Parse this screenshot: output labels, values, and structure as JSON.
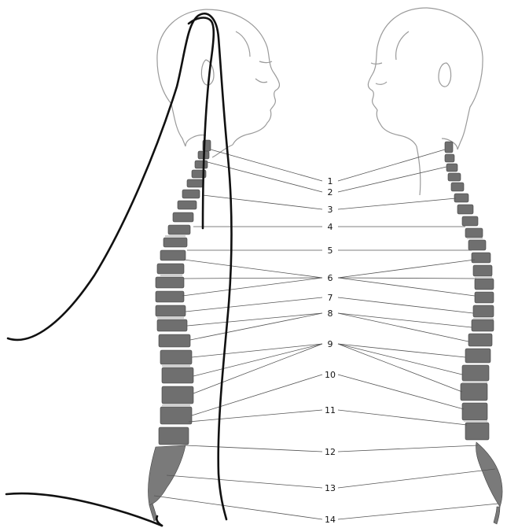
{
  "labels": [
    "1",
    "2",
    "3",
    "4",
    "5",
    "6",
    "7",
    "8",
    "9",
    "10",
    "11",
    "12",
    "13",
    "14"
  ],
  "icons": {
    "left_figure": "head-neck-spine-facing-right",
    "right_figure": "head-neck-spine-facing-left",
    "overlay": "hand-drawn-outline-stroke"
  },
  "colors": {
    "background": "#ffffff",
    "vertebra": "#6f6f6f",
    "outline": "#9a9a9a",
    "overlay_stroke": "#111111"
  }
}
